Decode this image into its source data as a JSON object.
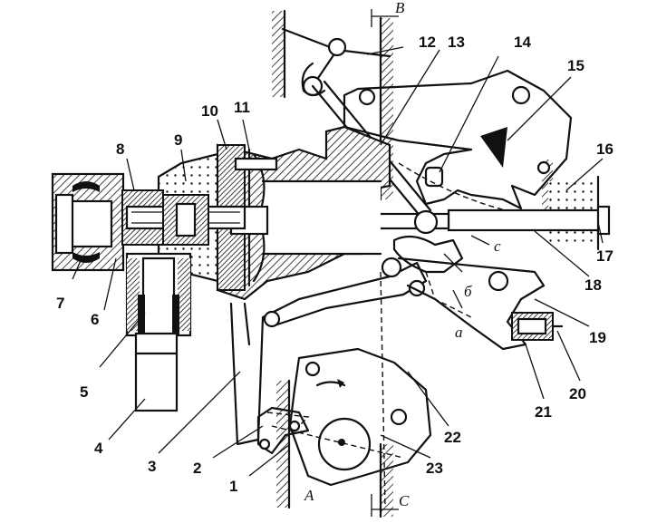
{
  "labels": {
    "n1": "1",
    "n2": "2",
    "n3": "3",
    "n4": "4",
    "n5": "5",
    "n6": "6",
    "n7": "7",
    "n8": "8",
    "n9": "9",
    "n10": "10",
    "n11": "11",
    "n12": "12",
    "n13": "13",
    "n14": "14",
    "n15": "15",
    "n16": "16",
    "n17": "17",
    "n18": "18",
    "n19": "19",
    "n20": "20",
    "n21": "21",
    "n22": "22",
    "n23": "23",
    "A": "A",
    "B": "B",
    "C": "C",
    "a": "а",
    "b": "б",
    "c": "с"
  }
}
